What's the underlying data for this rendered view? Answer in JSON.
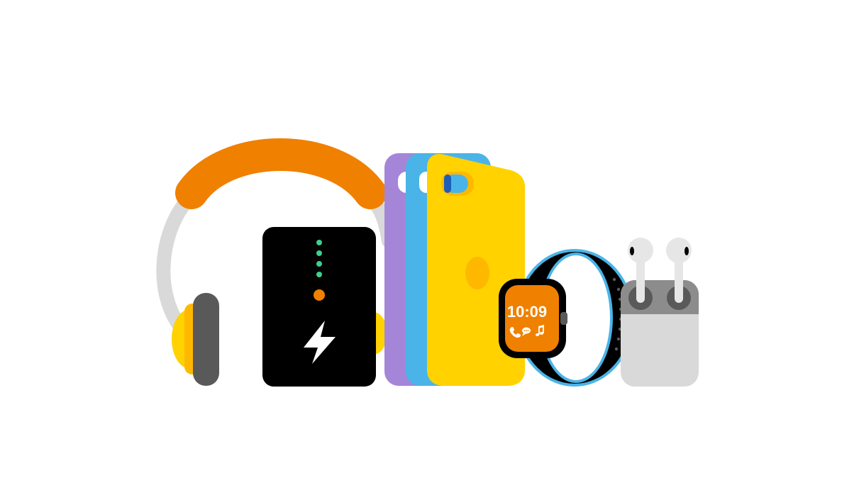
{
  "illustration": {
    "items": [
      {
        "name": "headphones"
      },
      {
        "name": "power-bank"
      },
      {
        "name": "phone-cases",
        "case_colors": [
          "#a585d8",
          "#4ab4e8",
          "#ffd200"
        ]
      },
      {
        "name": "smartwatch"
      },
      {
        "name": "earbuds-with-case"
      }
    ],
    "watch": {
      "time": "10:09",
      "icons": [
        "phone-icon",
        "chat-icon",
        "music-note-icon"
      ]
    },
    "colors": {
      "orange": "#f08000",
      "yellow": "#ffd200",
      "black": "#000000",
      "gray_light": "#d9d9d9",
      "gray_dark": "#595959",
      "purple": "#a585d8",
      "blue": "#4ab4e8",
      "green_dot": "#3fcf8e"
    }
  }
}
